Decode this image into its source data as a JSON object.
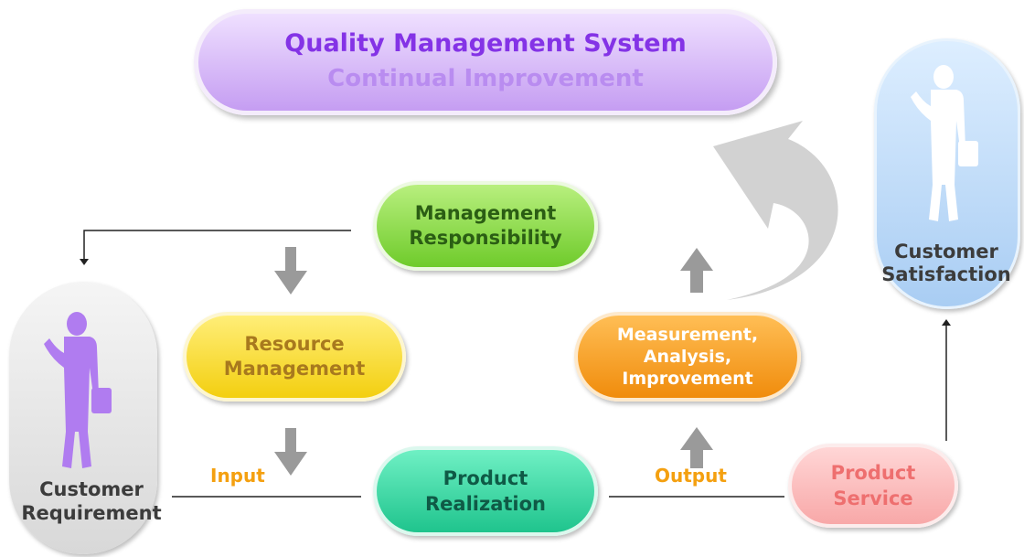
{
  "title": {
    "line1": "Quality Management System",
    "line2": "Continual Improvement"
  },
  "nodes": {
    "management_responsibility": [
      "Management",
      "Responsibility"
    ],
    "resource_management": [
      "Resource",
      "Management"
    ],
    "measurement": [
      "Measurement,",
      "Analysis,",
      "Improvement"
    ],
    "product_realization": [
      "Product",
      "Realization"
    ],
    "product_service": [
      "Product",
      "Service"
    ]
  },
  "customers": {
    "requirement": [
      "Customer",
      "Requirement"
    ],
    "satisfaction": [
      "Customer",
      "Satisfaction"
    ]
  },
  "flow_labels": {
    "input": "Input",
    "output": "Output"
  },
  "colors": {
    "title_purple": "#8433e6",
    "green": "#6fcb2b",
    "yellow": "#f3cf10",
    "orange": "#f08c0c",
    "teal": "#1fc48d",
    "pink": "#f8a8a8",
    "figure_purple": "#b07cf0",
    "figure_white": "#ffffff",
    "arrow_gray": "#999999",
    "flow_label": "#f4a010"
  },
  "icons": {
    "figure": "person-with-briefcase-icon",
    "down_arrow": "down-arrow-icon",
    "up_arrow": "up-arrow-icon",
    "curved_arrow": "curved-arrow-icon"
  }
}
